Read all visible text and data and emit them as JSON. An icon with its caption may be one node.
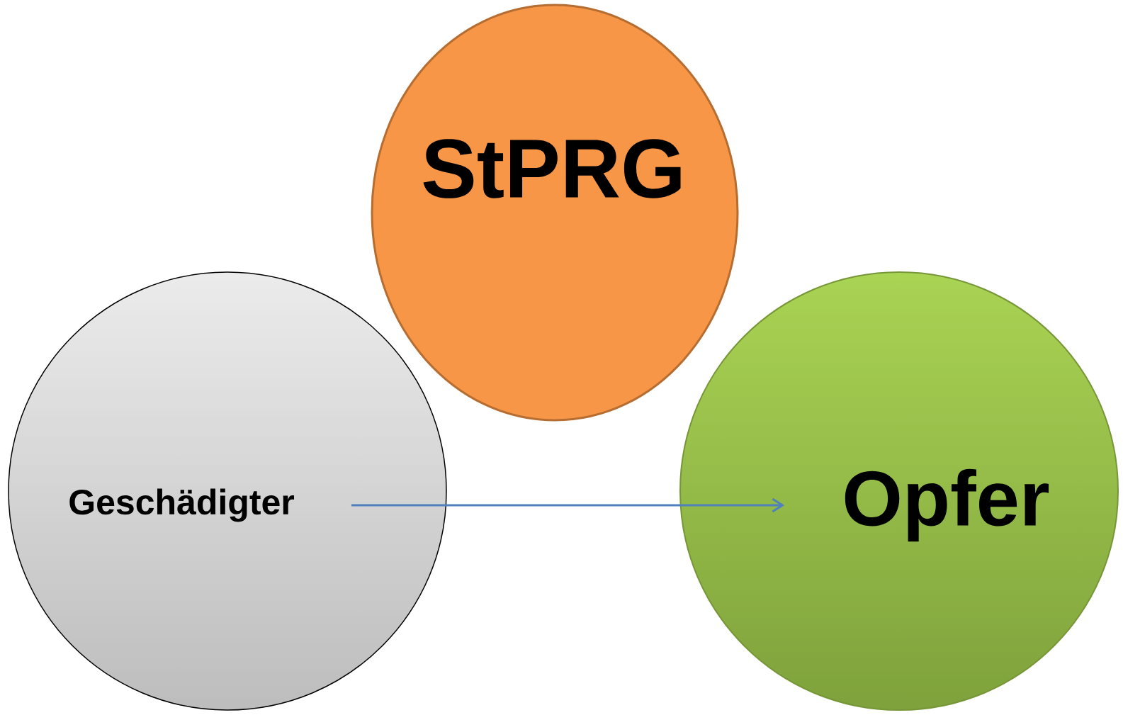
{
  "diagram": {
    "nodes": [
      {
        "text": [
          "Geschädigter"
        ]
      },
      {
        "text": [
          "StPRG"
        ]
      },
      {
        "text": [
          "Opfer"
        ]
      }
    ],
    "edges": [
      {
        "from": 0,
        "to": 2,
        "arrow": "to"
      }
    ]
  }
}
